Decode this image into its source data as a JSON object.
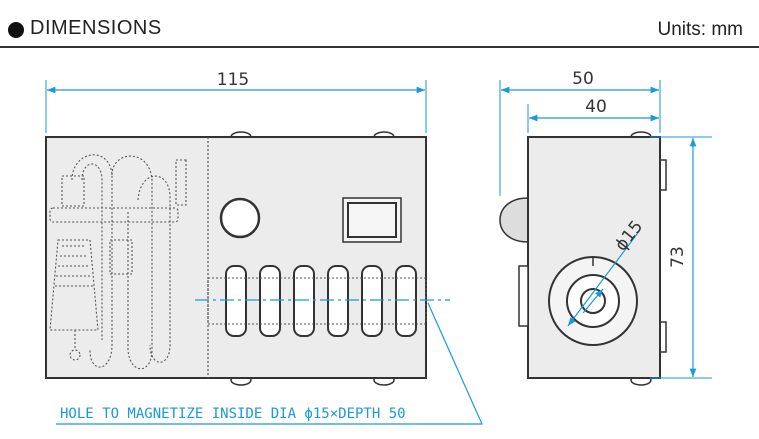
{
  "header": {
    "title": "DIMENSIONS",
    "units": "Units: mm"
  },
  "dimensions": {
    "front_width": "115",
    "side_depth_total": "50",
    "side_depth_body": "40",
    "side_height": "73",
    "knob_diameter": "ϕ15"
  },
  "note": "HOLE TO MAGNETIZE INSIDE DIA ϕ15×DEPTH 50",
  "colors": {
    "dimension_line": "#1a9ad6",
    "outline": "#333333",
    "body_fill": "#ebebeb"
  }
}
